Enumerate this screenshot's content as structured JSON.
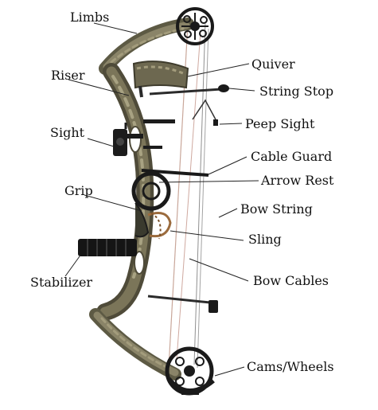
{
  "diagram": {
    "labels": {
      "limbs": "Limbs",
      "riser": "Riser",
      "sight": "Sight",
      "grip": "Grip",
      "stabilizer": "Stabilizer",
      "quiver": "Quiver",
      "string_stop": "String Stop",
      "peep_sight": "Peep Sight",
      "cable_guard": "Cable Guard",
      "arrow_rest": "Arrow Rest",
      "bow_string": "Bow String",
      "sling": "Sling",
      "bow_cables": "Bow Cables",
      "cams_wheels": "Cams/Wheels"
    }
  }
}
